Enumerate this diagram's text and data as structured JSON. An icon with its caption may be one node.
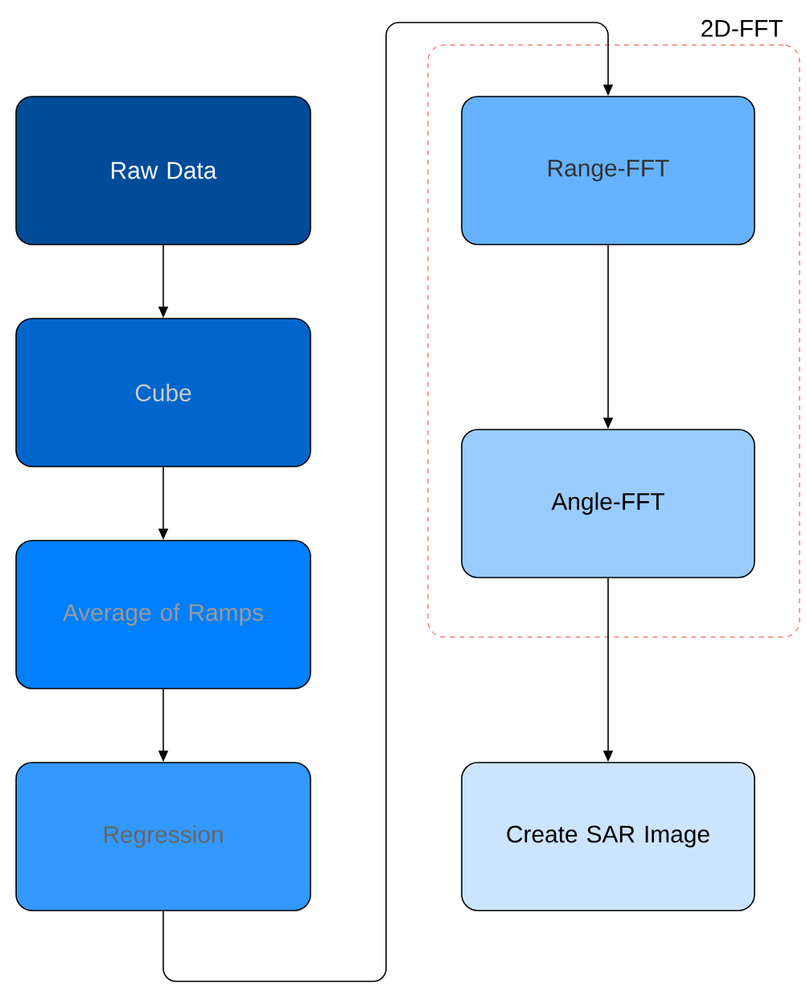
{
  "diagram": {
    "nodes": [
      {
        "text": [
          "Raw Data"
        ]
      },
      {
        "text": [
          "Cube"
        ]
      },
      {
        "text": [
          "Average of Ramps"
        ]
      },
      {
        "text": [
          "Regression"
        ]
      },
      {
        "text": [
          "2D-FFT"
        ]
      },
      {
        "text": [
          "Range-FFT"
        ],
        "in": 4
      },
      {
        "text": [
          "Angle-FFT"
        ],
        "in": 4
      },
      {
        "text": [
          "Create SAR Image"
        ]
      }
    ],
    "edges": [
      {
        "from": 0,
        "to": 1,
        "arrow": "to"
      },
      {
        "from": 1,
        "to": 2,
        "arrow": "to"
      },
      {
        "from": 2,
        "to": 3,
        "arrow": "to"
      },
      {
        "from": 3,
        "to": 5,
        "arrow": "to"
      },
      {
        "from": 5,
        "to": 6,
        "arrow": "to"
      },
      {
        "from": 6,
        "to": 7,
        "arrow": "to"
      }
    ]
  }
}
